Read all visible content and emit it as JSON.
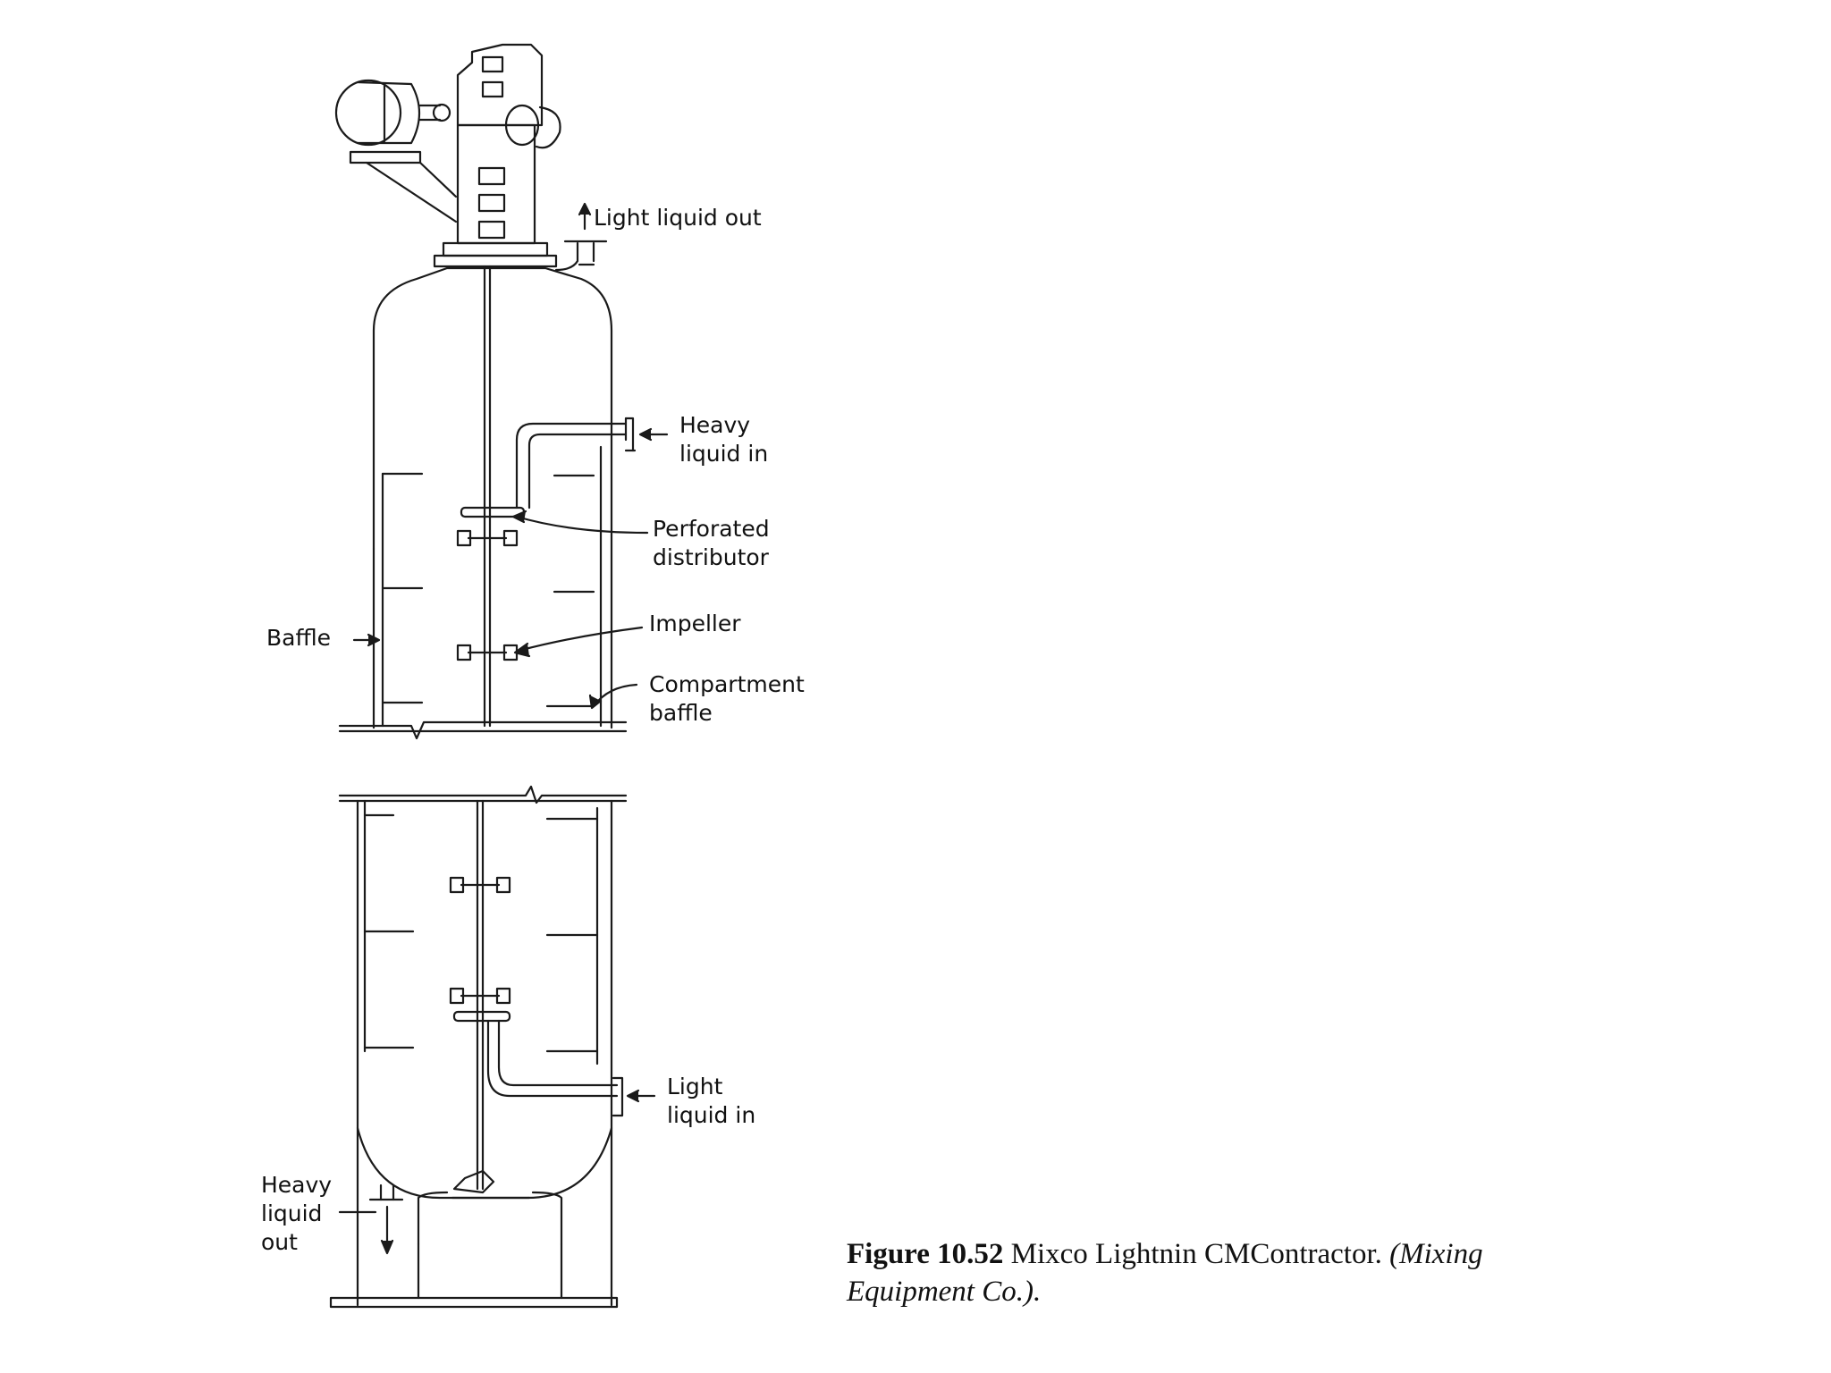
{
  "labels": {
    "light_liquid_out": "Light liquid out",
    "heavy_liquid_in": [
      "Heavy",
      "liquid in"
    ],
    "perforated_distributor": [
      "Perforated",
      "distributor"
    ],
    "impeller": "Impeller",
    "compartment_baffle": [
      "Compartment",
      "baffle"
    ],
    "baffle": "Baffle",
    "light_liquid_in": [
      "Light",
      "liquid in"
    ],
    "heavy_liquid_out": [
      "Heavy",
      "liquid",
      "out"
    ]
  },
  "caption": {
    "figure_number": "Figure 10.52",
    "title": "Mixco Lightnin CMContractor.",
    "credit": "(Mixing Equipment Co.)."
  }
}
